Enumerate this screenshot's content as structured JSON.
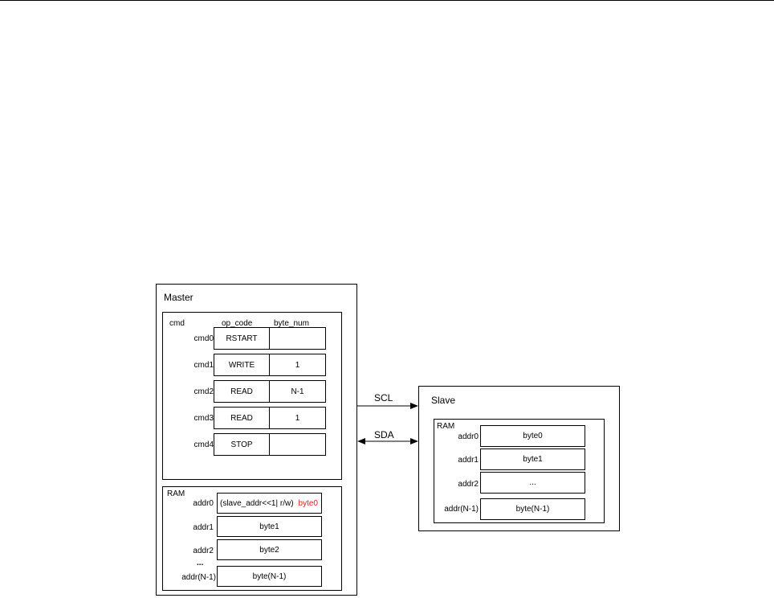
{
  "master": {
    "title": "Master",
    "cmd": {
      "title": "cmd",
      "col_opcode": "op_code",
      "col_bytenum": "byte_num",
      "rows": [
        {
          "label": "cmd0",
          "op_code": "RSTART",
          "byte_num": ""
        },
        {
          "label": "cmd1",
          "op_code": "WRITE",
          "byte_num": "1"
        },
        {
          "label": "cmd2",
          "op_code": "READ",
          "byte_num": "N-1"
        },
        {
          "label": "cmd3",
          "op_code": "READ",
          "byte_num": "1"
        },
        {
          "label": "cmd4",
          "op_code": "STOP",
          "byte_num": ""
        }
      ]
    },
    "ram": {
      "title": "RAM",
      "rows": [
        {
          "label": "addr0",
          "value": "(slave_addr<<1| r/w)",
          "extra": "byte0"
        },
        {
          "label": "addr1",
          "value": "byte1"
        },
        {
          "label": "addr2",
          "value": "byte2"
        },
        {
          "label": "addr(N-1)",
          "value": "byte(N-1)"
        }
      ],
      "ellipsis": "..."
    }
  },
  "signals": {
    "scl": "SCL",
    "sda": "SDA"
  },
  "slave": {
    "title": "Slave",
    "ram": {
      "title": "RAM",
      "rows": [
        {
          "label": "addr0",
          "value": "byte0"
        },
        {
          "label": "addr1",
          "value": "byte1"
        },
        {
          "label": "addr2",
          "value": "..."
        },
        {
          "label": "addr(N-1)",
          "value": "byte(N-1)"
        }
      ]
    }
  },
  "colors": {
    "highlight": "#e02020"
  }
}
